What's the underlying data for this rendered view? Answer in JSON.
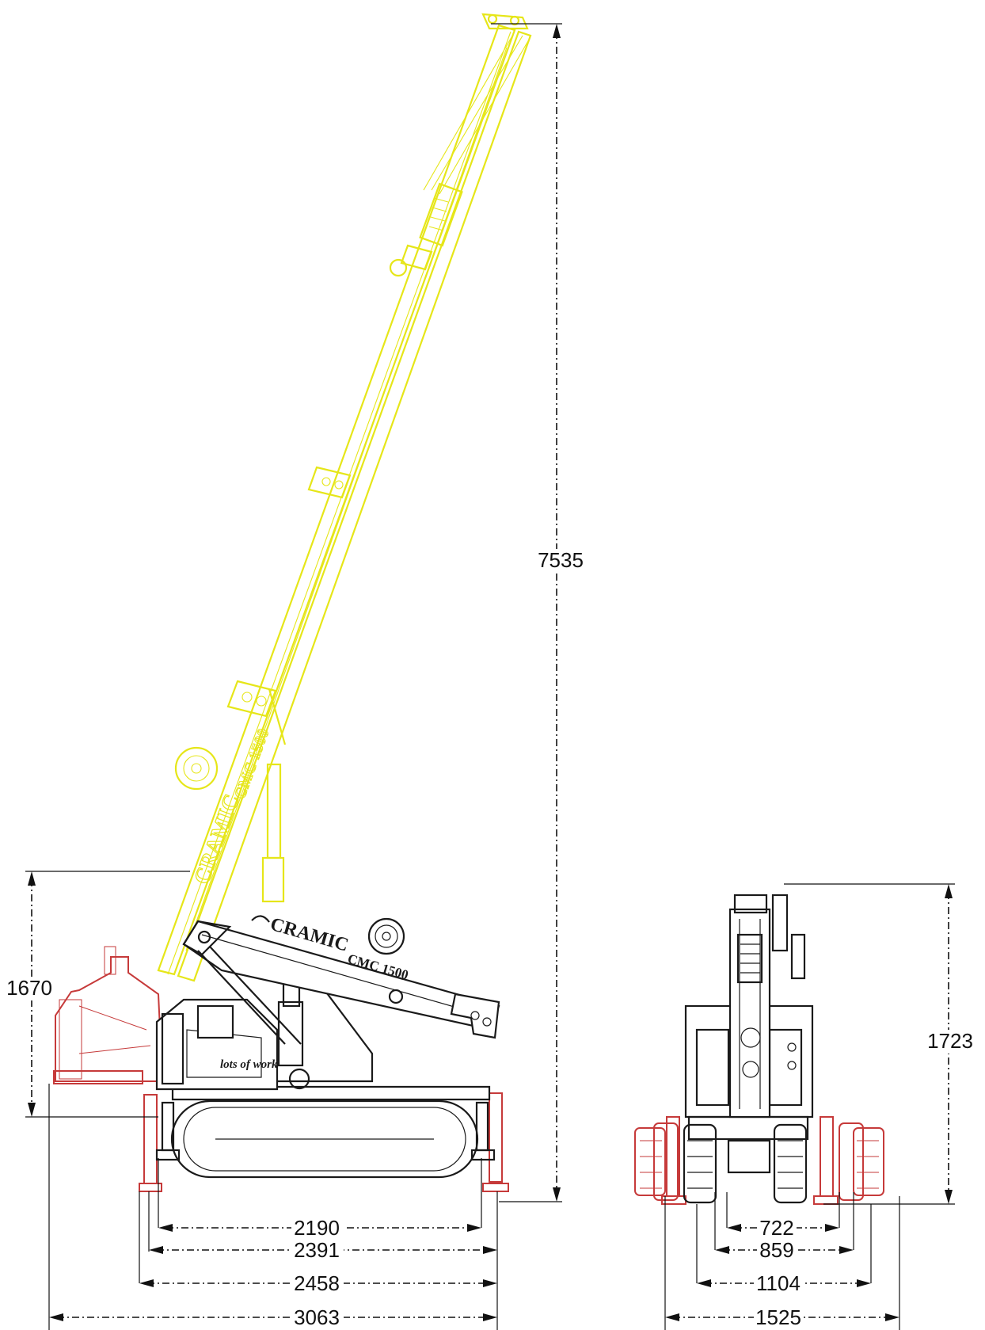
{
  "colors": {
    "outline": "#1a1a1a",
    "raised_boom": "#e6e619",
    "outriggers": "#c63a3a",
    "dimension": "#111111"
  },
  "side_view": {
    "boom_brand_raised": "CRAMIC",
    "boom_model_raised": "CMC 1500",
    "boom_brand": "CRAMIC",
    "boom_model": "CMC 1500",
    "slogan": "lots of work",
    "dimensions": {
      "max_height": "7535",
      "stowed_height": "1670",
      "track_length": "2190",
      "outrigger_pad_inner": "2391",
      "outrigger_pad_outer": "2458",
      "overall_length": "3063"
    }
  },
  "front_view": {
    "dimensions": {
      "height": "1723",
      "track_gauge_inner": "722",
      "track_gauge_outer": "859",
      "outrigger_span_inner": "1104",
      "overall_width": "1525"
    }
  }
}
